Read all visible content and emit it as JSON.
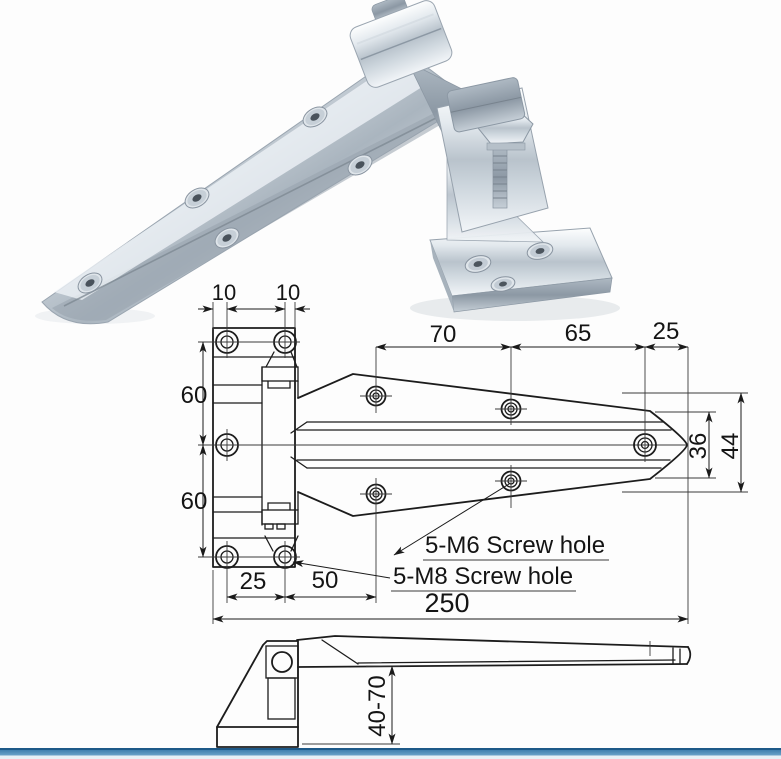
{
  "drawing": {
    "top_view": {
      "dim_inset_left": "10",
      "dim_inset_right": "10",
      "dim_hole_span_70": "70",
      "dim_hole_span_65": "65",
      "dim_tip_offset_25": "25",
      "dim_left_upper_60": "60",
      "dim_left_lower_60": "60",
      "dim_tip_flat_36": "36",
      "dim_blade_width_44": "44",
      "dim_plate_25": "25",
      "dim_plate_to_hole_50": "50",
      "dim_overall_length_250": "250",
      "label_m6_holes": "5-M6 Screw hole",
      "label_m8_holes": "5-M8 Screw hole"
    },
    "side_view": {
      "dim_adjustable_height": "40-70"
    }
  },
  "colors": {
    "line": "#1a1a1a",
    "paper": "#ffffff",
    "bar_top": "#1d5988",
    "bar_mid": "#3f7fae",
    "bar_bottom": "#e7f0f6",
    "metal_light": "#f2f6f9",
    "metal_mid": "#c3ccd5",
    "metal_dark": "#8c98a4"
  }
}
